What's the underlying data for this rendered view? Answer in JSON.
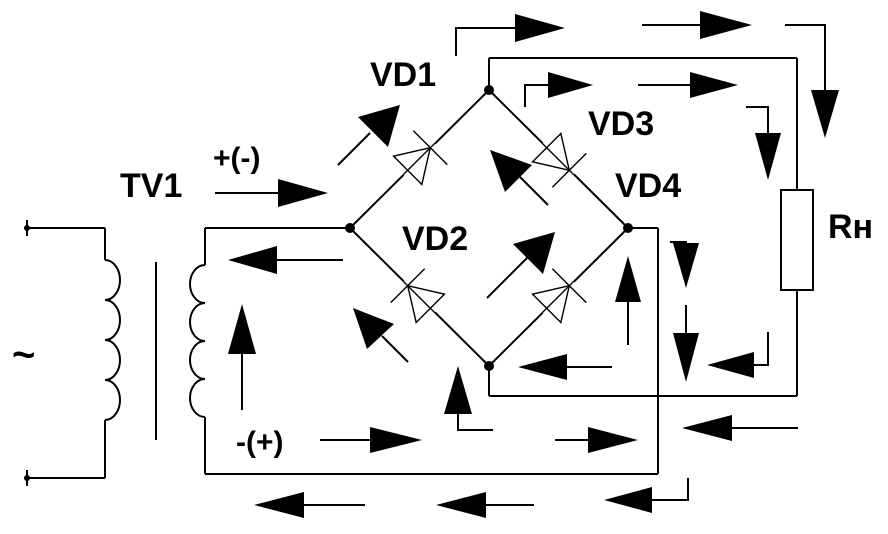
{
  "labels": {
    "transformer": "TV1",
    "diode1": "VD1",
    "diode2": "VD2",
    "diode3": "VD3",
    "diode4": "VD4",
    "load": "Rн",
    "polarity_top": "+(-)",
    "polarity_bottom": "-(+)",
    "ac_source": "~"
  },
  "colors": {
    "stroke": "#000000",
    "background": "#ffffff"
  }
}
